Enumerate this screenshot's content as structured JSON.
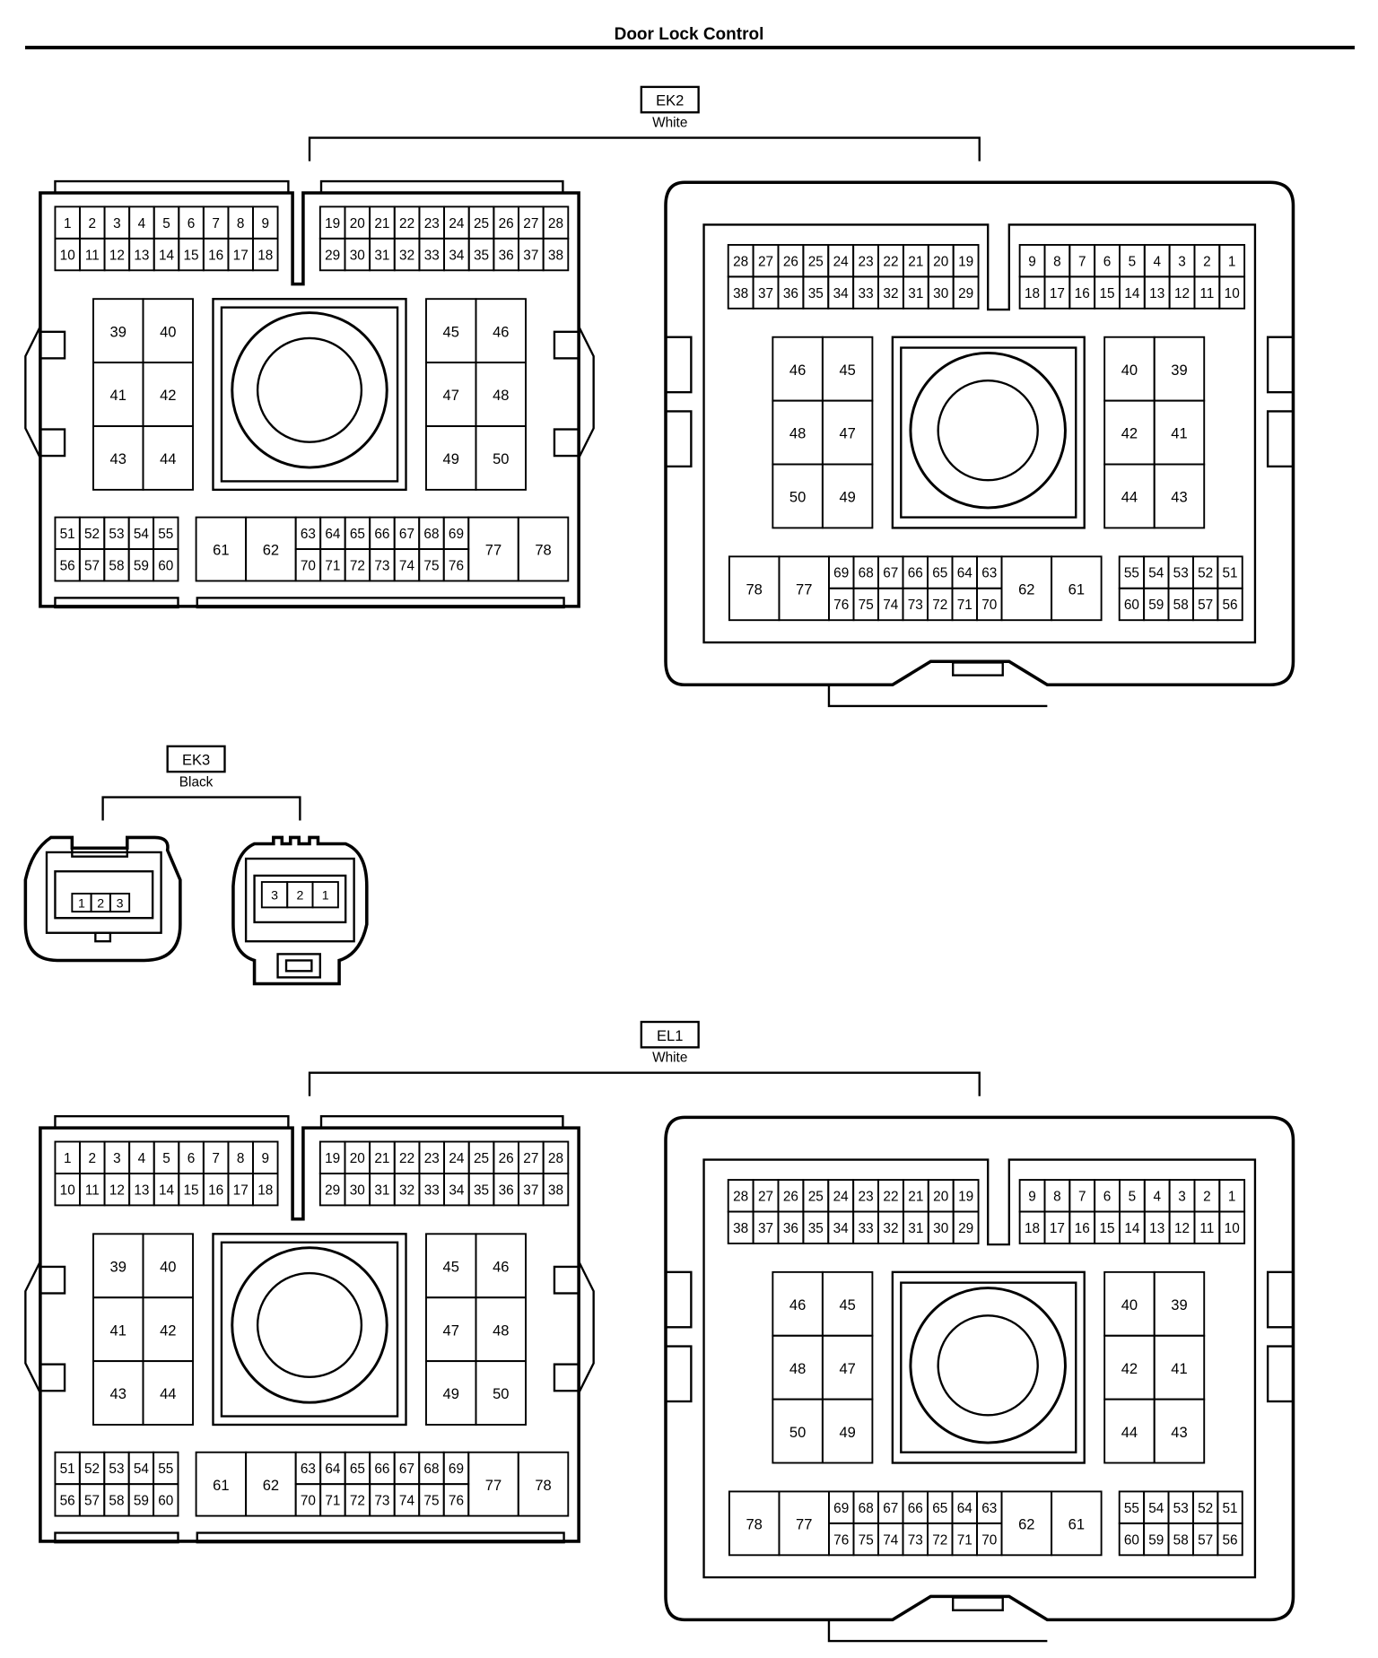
{
  "title": "Door Lock Control",
  "connectors": [
    {
      "id": "EK2",
      "color": "White"
    },
    {
      "id": "EK3",
      "color": "Black"
    },
    {
      "id": "EL1",
      "color": "White"
    }
  ],
  "pin_layouts": {
    "left": {
      "top_left": [
        [
          "1",
          "2",
          "3",
          "4",
          "5",
          "6",
          "7",
          "8",
          "9"
        ],
        [
          "10",
          "11",
          "12",
          "13",
          "14",
          "15",
          "16",
          "17",
          "18"
        ]
      ],
      "top_right": [
        [
          "19",
          "20",
          "21",
          "22",
          "23",
          "24",
          "25",
          "26",
          "27",
          "28"
        ],
        [
          "29",
          "30",
          "31",
          "32",
          "33",
          "34",
          "35",
          "36",
          "37",
          "38"
        ]
      ],
      "mid_left": [
        [
          "39",
          "40"
        ],
        [
          "41",
          "42"
        ],
        [
          "43",
          "44"
        ]
      ],
      "mid_right": [
        [
          "45",
          "46"
        ],
        [
          "47",
          "48"
        ],
        [
          "49",
          "50"
        ]
      ],
      "bottom_left": [
        [
          "51",
          "52",
          "53",
          "54",
          "55"
        ],
        [
          "56",
          "57",
          "58",
          "59",
          "60"
        ]
      ],
      "bottom_big_left": [
        "61",
        "62"
      ],
      "bottom_mid": [
        [
          "63",
          "64",
          "65",
          "66",
          "67",
          "68",
          "69"
        ],
        [
          "70",
          "71",
          "72",
          "73",
          "74",
          "75",
          "76"
        ]
      ],
      "bottom_big_right": [
        "77",
        "78"
      ]
    },
    "right": {
      "top_left": [
        [
          "28",
          "27",
          "26",
          "25",
          "24",
          "23",
          "22",
          "21",
          "20",
          "19"
        ],
        [
          "38",
          "37",
          "36",
          "35",
          "34",
          "33",
          "32",
          "31",
          "30",
          "29"
        ]
      ],
      "top_right": [
        [
          "9",
          "8",
          "7",
          "6",
          "5",
          "4",
          "3",
          "2",
          "1"
        ],
        [
          "18",
          "17",
          "16",
          "15",
          "14",
          "13",
          "12",
          "11",
          "10"
        ]
      ],
      "mid_left": [
        [
          "46",
          "45"
        ],
        [
          "48",
          "47"
        ],
        [
          "50",
          "49"
        ]
      ],
      "mid_right": [
        [
          "40",
          "39"
        ],
        [
          "42",
          "41"
        ],
        [
          "44",
          "43"
        ]
      ],
      "bottom_big_left": [
        "78",
        "77"
      ],
      "bottom_mid": [
        [
          "69",
          "68",
          "67",
          "66",
          "65",
          "64",
          "63"
        ],
        [
          "76",
          "75",
          "74",
          "73",
          "72",
          "71",
          "70"
        ]
      ],
      "bottom_big_right": [
        "62",
        "61"
      ],
      "bottom_right": [
        [
          "55",
          "54",
          "53",
          "52",
          "51"
        ],
        [
          "60",
          "59",
          "58",
          "57",
          "56"
        ]
      ]
    },
    "ek3_left": [
      "1",
      "2",
      "3"
    ],
    "ek3_right": [
      "3",
      "2",
      "1"
    ]
  }
}
